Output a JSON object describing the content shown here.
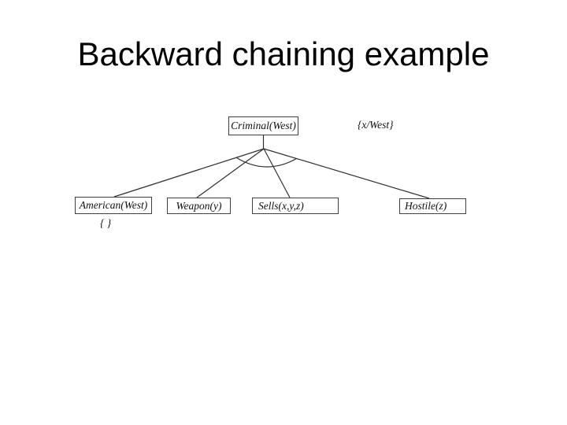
{
  "slide": {
    "title": "Backward chaining example"
  },
  "colors": {
    "background": "#ffffff",
    "text": "#000000",
    "edge_line": "#2f2f2f",
    "node_border": "#3f3f3f"
  },
  "diagram": {
    "type": "and-or-proof-tree",
    "root": {
      "label": "Criminal(West)"
    },
    "substitution": "{x/West}",
    "and_arc": true,
    "children": [
      {
        "label": "American(West)",
        "substitution": "{ }"
      },
      {
        "label": "Weapon(y)"
      },
      {
        "label": "Sells(x,y,z)"
      },
      {
        "label": "Hostile(z)"
      }
    ]
  }
}
